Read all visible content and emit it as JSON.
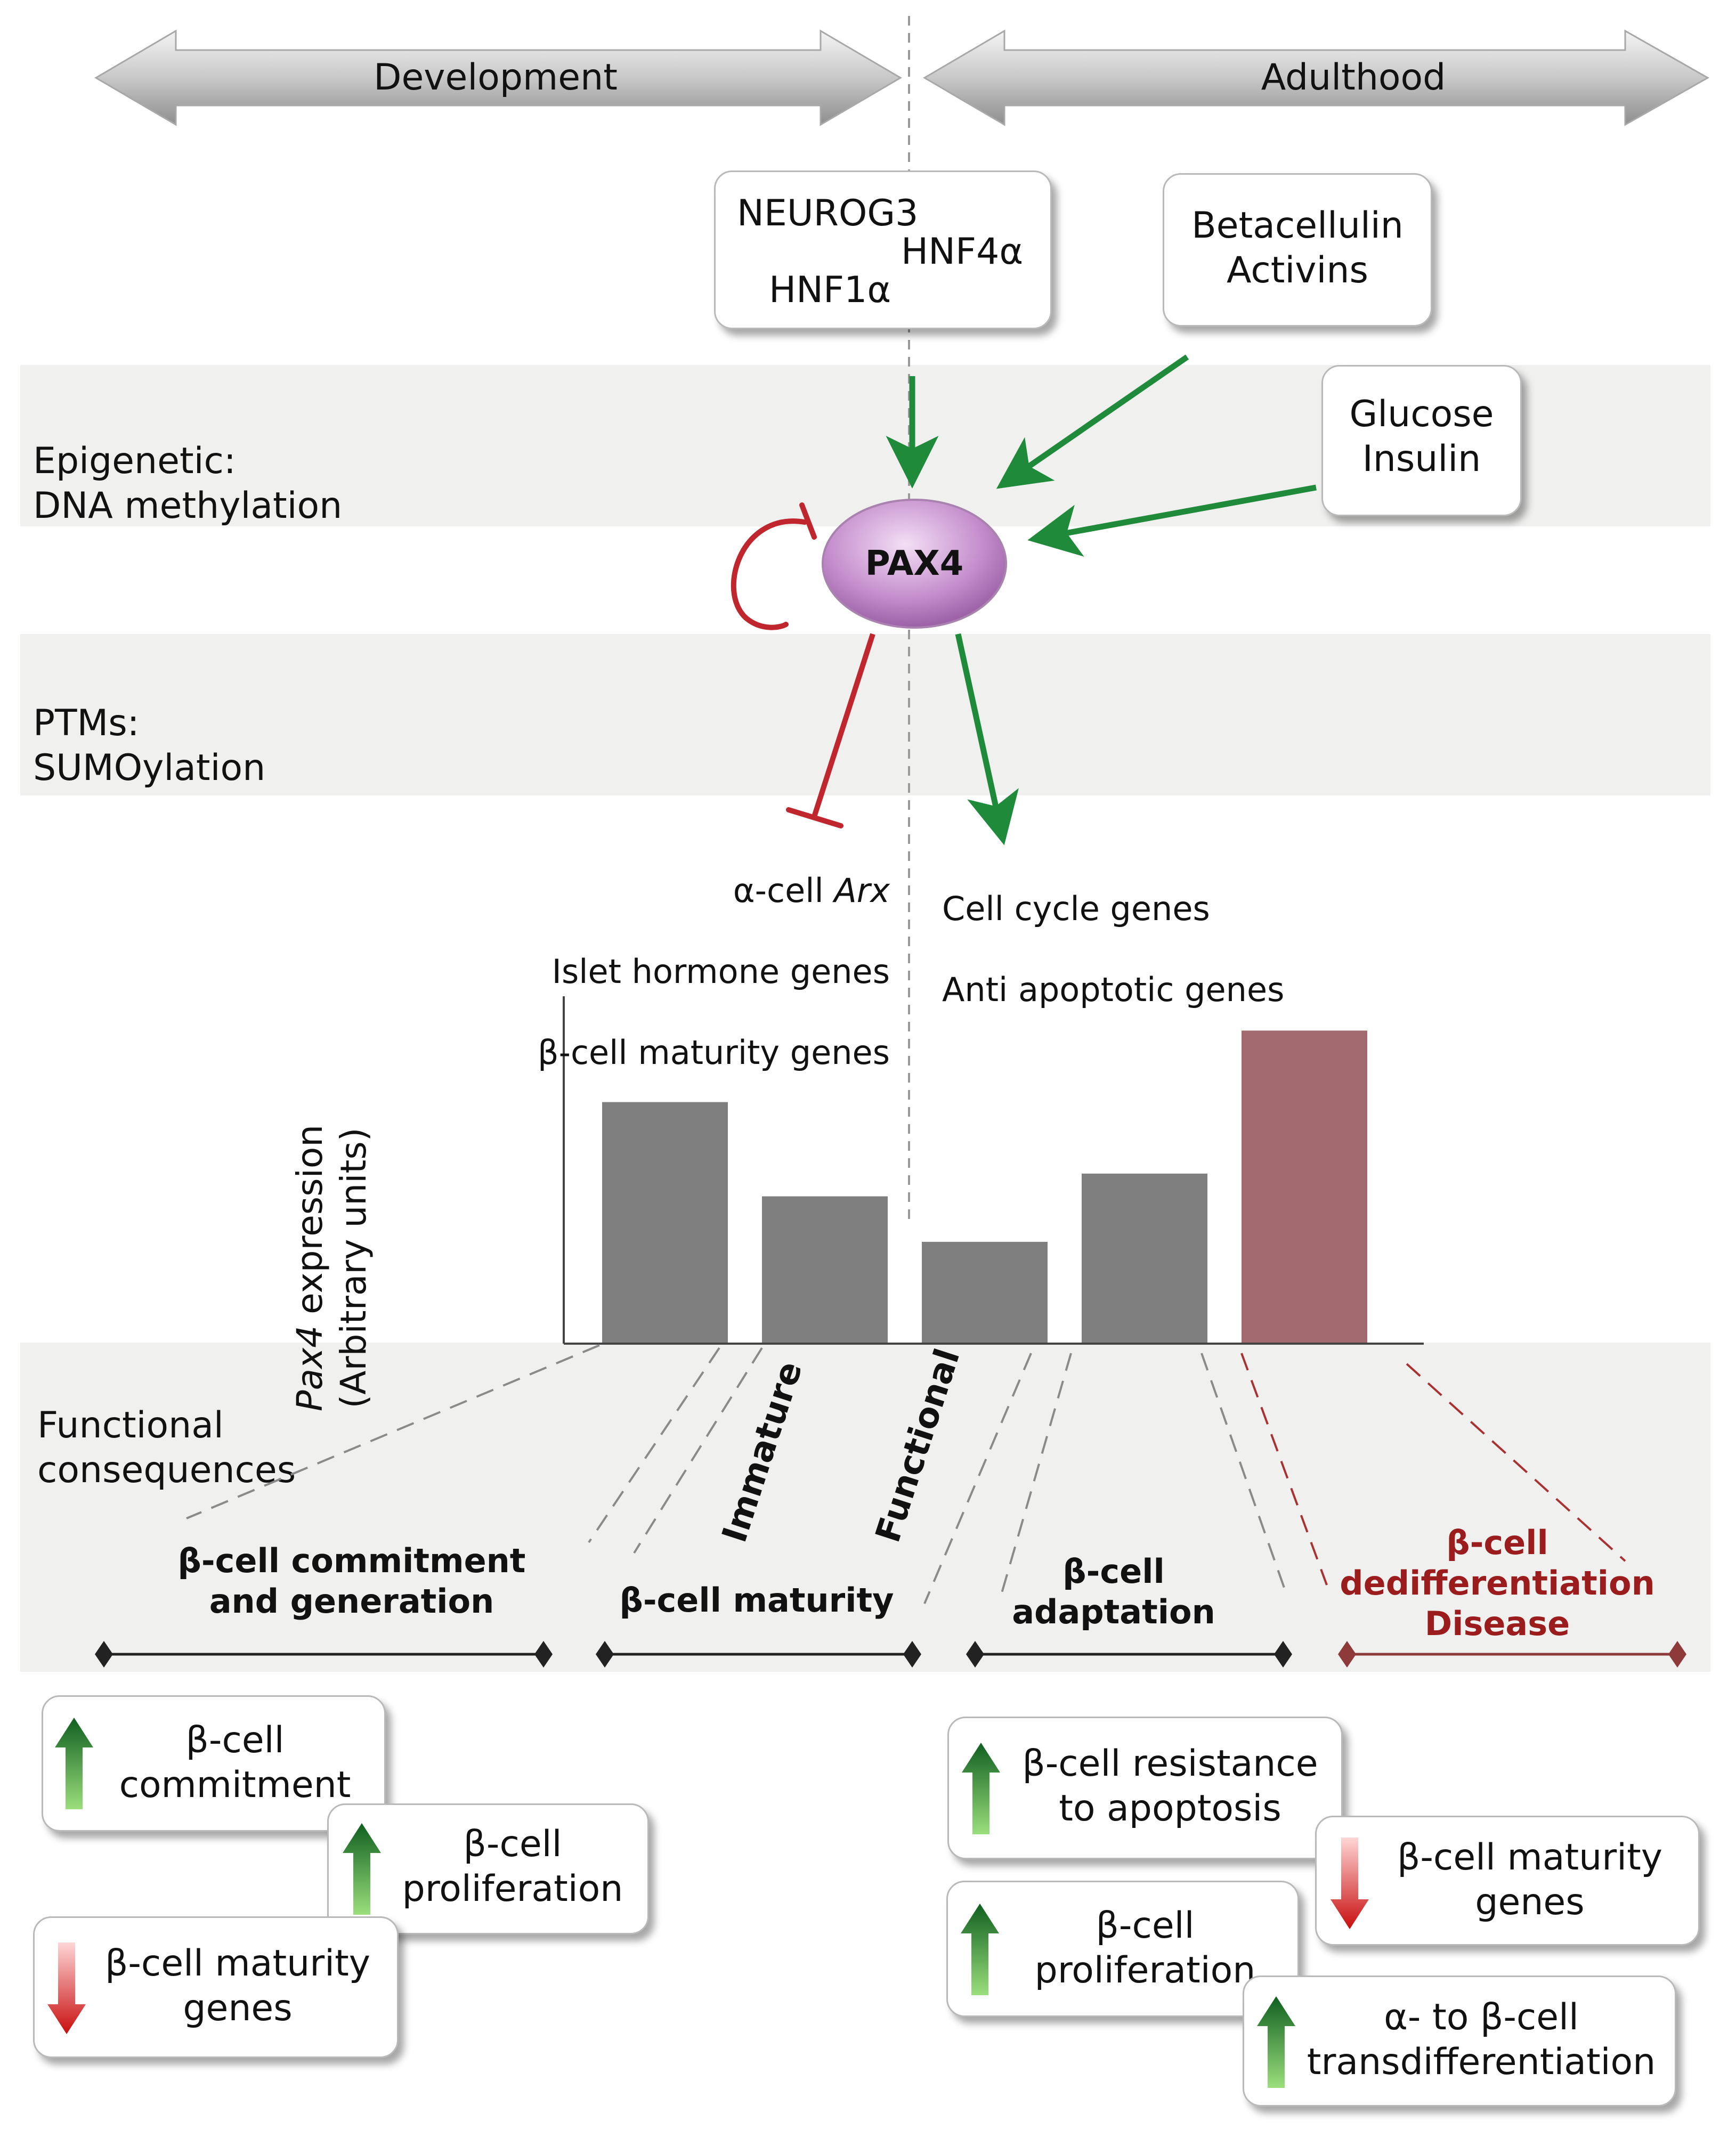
{
  "timeline": {
    "development": "Development",
    "adulthood": "Adulthood"
  },
  "regulators": {
    "tf_box": [
      "NEUROG3",
      "HNF4α",
      "HNF1α"
    ],
    "growth_box": [
      "Betacellulin",
      "Activins"
    ],
    "metabolic_box": [
      "Glucose",
      "Insulin"
    ]
  },
  "bands": {
    "epigenetic": [
      "Epigenetic:",
      "DNA  methylation"
    ],
    "ptm": [
      "PTMs:",
      "SUMOylation"
    ],
    "functional": [
      "Functional",
      "consequences"
    ]
  },
  "center_node": "PAX4",
  "repressed_targets": {
    "line1_prefix": "α-cell ",
    "line1_italic": "Arx",
    "line2": "Islet hormone genes",
    "line3": "β-cell maturity genes"
  },
  "activated_targets": [
    "Cell cycle genes",
    "Anti apoptotic genes"
  ],
  "chart_data": {
    "type": "bar",
    "ylabel_italic": "Pax4",
    "ylabel_rest": " expression",
    "ylabel_line2": "(Arbitrary units)",
    "values": [
      0.74,
      0.45,
      0.31,
      0.52,
      0.96
    ],
    "colors": [
      "#7f7f7f",
      "#7f7f7f",
      "#7f7f7f",
      "#7f7f7f",
      "#a06a6f"
    ]
  },
  "stages": {
    "immature": "Immature",
    "functional": "Functional",
    "commitment": [
      "β-cell commitment",
      "and generation"
    ],
    "maturity": "β-cell maturity",
    "adaptation": [
      "β-cell",
      "adaptation"
    ],
    "disease": [
      "β-cell",
      "dedifferentiation",
      "Disease"
    ]
  },
  "colors": {
    "activation": "#1f8a3a",
    "repression": "#c0262d",
    "disease": "#9b1c1c",
    "node": "#a55fb0"
  },
  "outcomes": {
    "commitment": [
      "β-cell",
      "commitment"
    ],
    "proliferation_dev": [
      "β-cell",
      "proliferation"
    ],
    "maturity_down_dev": [
      "β-cell maturity",
      "genes"
    ],
    "resistance": [
      "β-cell resistance",
      "to apoptosis"
    ],
    "maturity_down_adult": [
      "β-cell maturity",
      "genes"
    ],
    "proliferation_adult": [
      "β-cell",
      "proliferation"
    ],
    "transdiff": [
      "α- to β-cell",
      "transdifferentiation"
    ]
  }
}
